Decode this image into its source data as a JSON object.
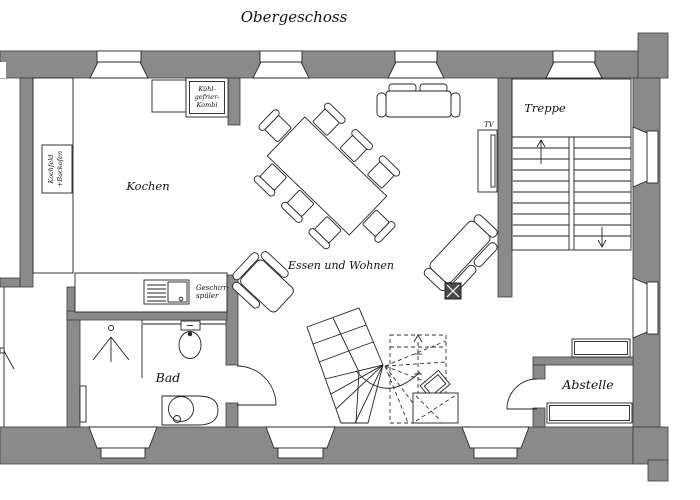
{
  "title": "Obergeschoss",
  "colors": {
    "wall": "#8a8a8a",
    "line": "#222222",
    "background": "#ffffff"
  },
  "rooms": {
    "kitchen": "Kochen",
    "living": "Essen und Wohnen",
    "staircase": "Treppe",
    "bathroom": "Bad",
    "storage": "Abstelle"
  },
  "fixtures": {
    "fridge_l1": "Kühl-",
    "fridge_l2": "gefrier-",
    "fridge_l3": "Kombi",
    "cooktop_l1": "Kochfeld",
    "cooktop_l2": "+Backofen",
    "dishwasher_l1": "Geschirr-",
    "dishwasher_l2": "spüler",
    "tv": "TV"
  }
}
